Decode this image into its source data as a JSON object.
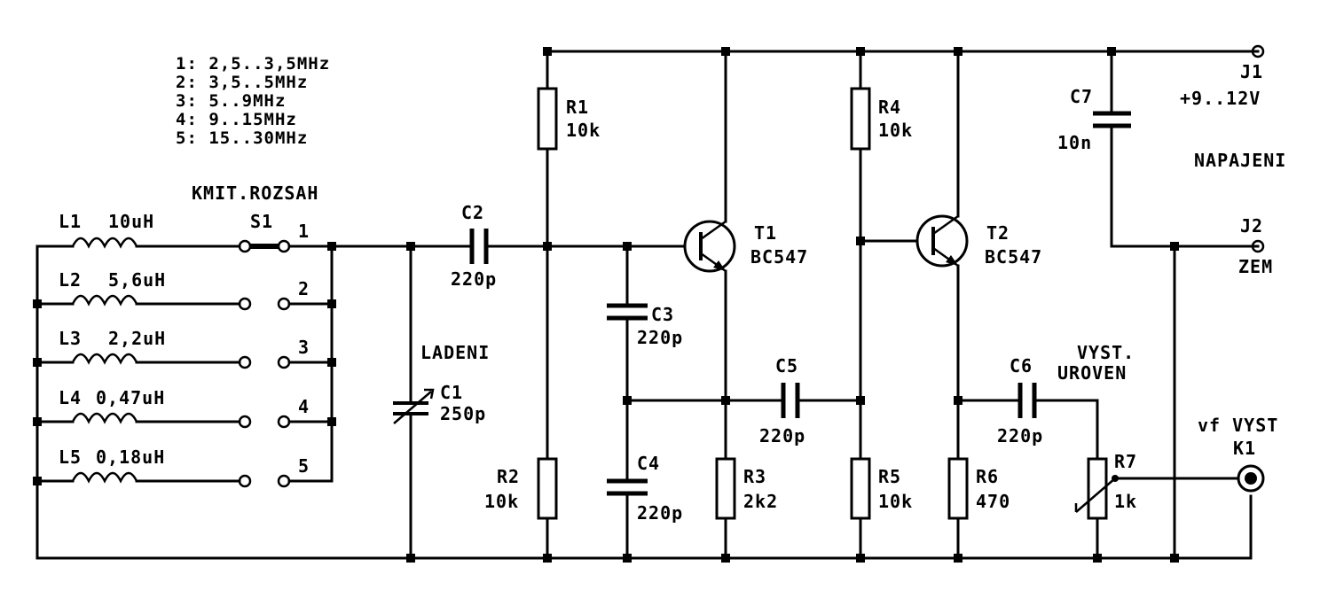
{
  "range_table": [
    "1: 2,5..3,5MHz",
    "2: 3,5..5MHz",
    "3: 5..9MHz",
    "4: 9..15MHz",
    "5: 15..30MHz"
  ],
  "labels": {
    "switch_title": "KMIT.ROZSAH",
    "tuning_title": "LADENI",
    "power_title": "NAPAJENI",
    "output_level_line1": "VYST.",
    "output_level_line2": "UROVEN",
    "rf_out_title": "vf VYST"
  },
  "switch": {
    "name": "S1",
    "positions": [
      "1",
      "2",
      "3",
      "4",
      "5"
    ]
  },
  "inductors": [
    {
      "name": "L1",
      "value": "10uH"
    },
    {
      "name": "L2",
      "value": "5,6uH"
    },
    {
      "name": "L3",
      "value": "2,2uH"
    },
    {
      "name": "L4",
      "value": "0,47uH"
    },
    {
      "name": "L5",
      "value": "0,18uH"
    }
  ],
  "capacitors": {
    "C1": {
      "name": "C1",
      "value": "250p"
    },
    "C2": {
      "name": "C2",
      "value": "220p"
    },
    "C3": {
      "name": "C3",
      "value": "220p"
    },
    "C4": {
      "name": "C4",
      "value": "220p"
    },
    "C5": {
      "name": "C5",
      "value": "220p"
    },
    "C6": {
      "name": "C6",
      "value": "220p"
    },
    "C7": {
      "name": "C7",
      "value": "10n"
    }
  },
  "resistors": {
    "R1": {
      "name": "R1",
      "value": "10k"
    },
    "R2": {
      "name": "R2",
      "value": "10k"
    },
    "R3": {
      "name": "R3",
      "value": "2k2"
    },
    "R4": {
      "name": "R4",
      "value": "10k"
    },
    "R5": {
      "name": "R5",
      "value": "10k"
    },
    "R6": {
      "name": "R6",
      "value": "470"
    },
    "R7": {
      "name": "R7",
      "value": "1k"
    }
  },
  "transistors": {
    "T1": {
      "name": "T1",
      "type": "BC547"
    },
    "T2": {
      "name": "T2",
      "type": "BC547"
    }
  },
  "connectors": {
    "J1": {
      "name": "J1",
      "desc": "+9..12V"
    },
    "J2": {
      "name": "J2",
      "desc": "ZEM"
    },
    "K1": {
      "name": "K1"
    }
  }
}
